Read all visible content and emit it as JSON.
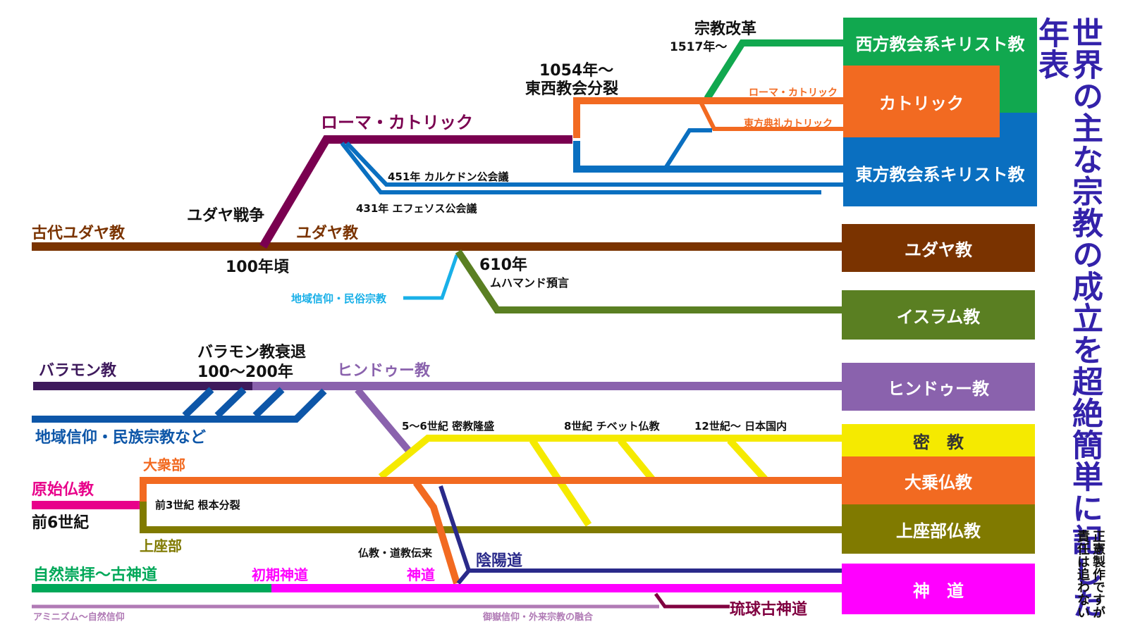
{
  "title": "世界の主な宗教の成立を超絶簡単に記した年表",
  "credit": [
    "正憲製作ですが",
    "責任は追わない"
  ],
  "colors": {
    "west": "#11a84f",
    "catholic": "#f26a21",
    "east": "#0a6fc0",
    "judaism": "#7a3300",
    "islam": "#5a7f22",
    "hindu": "#8a62ad",
    "brahman": "#3e1a5c",
    "local": "#0d56a8",
    "folk": "#19b0e8",
    "esoteric": "#f5ea00",
    "mahayana": "#f26a21",
    "theravada": "#807a00",
    "shinto": "#ff00ff",
    "nature": "#00a859",
    "onmyodo": "#2a2a8a",
    "ryukyu": "#800040",
    "roman": "#7a0050",
    "animism": "#b07ab5",
    "buddhist_origin": "#e8008a"
  },
  "boxes": {
    "west": "西方教会系キリスト教",
    "catholic": "カトリック",
    "east": "東方教会系キリスト教",
    "judaism": "ユダヤ教",
    "islam": "イスラム教",
    "hindu": "ヒンドゥー教",
    "esoteric": "密　教",
    "mahayana": "大乗仏教",
    "theravada": "上座部仏教",
    "shinto": "神　道"
  },
  "labels": {
    "reformation": "宗教改革",
    "reformation_year": "1517年～",
    "schism_year": "1054年～",
    "schism": "東西教会分裂",
    "roman_catholic_small": "ローマ・カトリック",
    "eastern_rite": "東方典礼カトリック",
    "roman_catholic": "ローマ・カトリック",
    "chalcedon": "451年 カルケドン公会議",
    "ephesus": "431年 エフェソス公会議",
    "jewish_war": "ユダヤ戦争",
    "ancient_judaism": "古代ユダヤ教",
    "judaism": "ユダヤ教",
    "year_100": "100年頃",
    "year_610": "610年",
    "muhammad": "ムハマンド預言",
    "folk_religion": "地域信仰・民俗宗教",
    "brahmanism": "バラモン教",
    "brahman_decline": "バラモン教衰退",
    "brahman_decline_years": "100～200年",
    "hinduism": "ヒンドゥー教",
    "local_faiths": "地域信仰・民族宗教など",
    "esoteric_rise": "5～6世紀 密教隆盛",
    "tibetan": "8世紀 チベット仏教",
    "japan": "12世紀～ 日本国内",
    "mahasanghika": "大衆部",
    "early_buddhism": "原始仏教",
    "sixth_century_bc": "前6世紀",
    "schism_3bc": "前3世紀 根本分裂",
    "sthavira": "上座部",
    "transmission": "仏教・道教伝来",
    "onmyodo": "陰陽道",
    "shinto": "神道",
    "nature_worship": "自然崇拝～古神道",
    "early_shinto": "初期神道",
    "animism": "アミニズム～自然信仰",
    "syncretism": "御嶽信仰・外来宗教の融合",
    "ryukyu": "琉球古神道"
  }
}
